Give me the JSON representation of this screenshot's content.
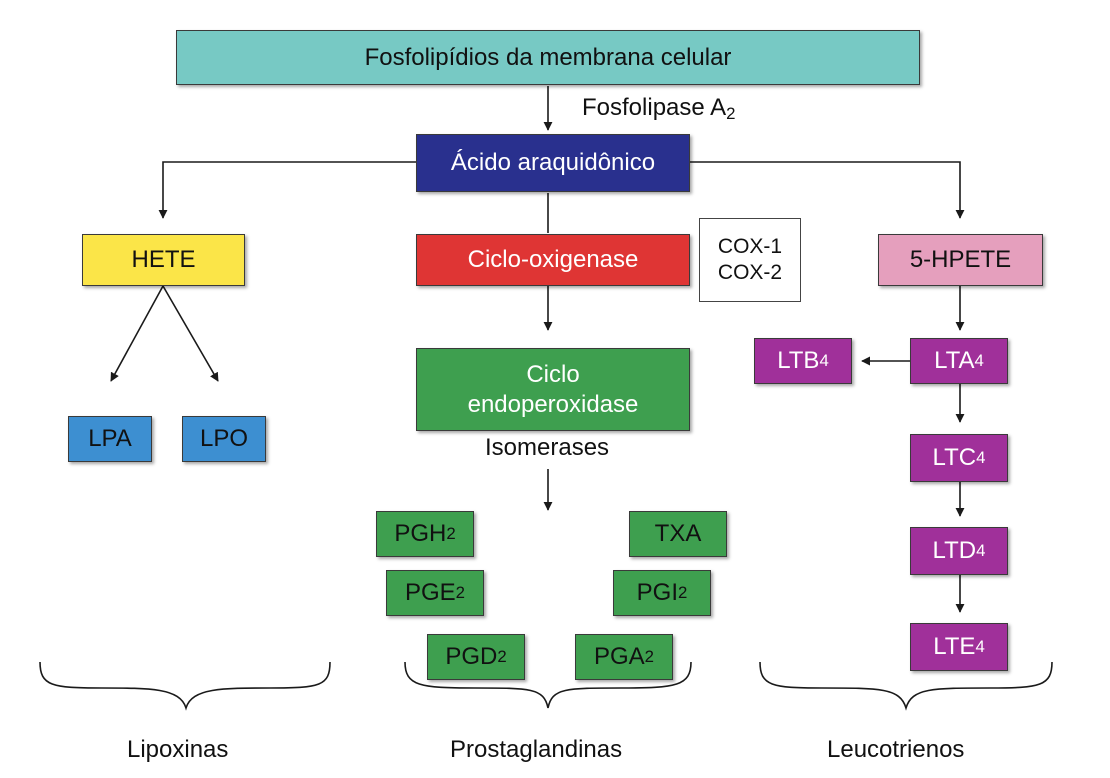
{
  "colors": {
    "membrane": "#77c9c4",
    "arachidonic": "#29308e",
    "hete": "#fbe548",
    "lp": "#3d8fd1",
    "cox": "#df3534",
    "prostaglandin": "#3e9f4f",
    "hpete": "#e59fbd",
    "leukotriene": "#a0309a",
    "line": "#1a1a1a"
  },
  "nodes": {
    "membrane": {
      "text": "Fosfolipídios da membrana celular"
    },
    "arachidonic": {
      "text": "Ácido araquidônico"
    },
    "hete": {
      "text": "HETE"
    },
    "lpa": {
      "text": "LPA"
    },
    "lpo": {
      "text": "LPO"
    },
    "cox": {
      "text": "Ciclo-oxigenase"
    },
    "cox_types": {
      "line1": "COX-1",
      "line2": "COX-2"
    },
    "endoperoxidase": {
      "line1": "Ciclo",
      "line2": "endoperoxidase"
    },
    "pgh2": {
      "base": "PGH",
      "sub": "2"
    },
    "txa": {
      "text": "TXA"
    },
    "pge2": {
      "base": "PGE",
      "sub": "2"
    },
    "pgi2": {
      "base": "PGI",
      "sub": "2"
    },
    "pgd2": {
      "base": "PGD",
      "sub": "2"
    },
    "pga2": {
      "base": "PGA",
      "sub": "2"
    },
    "hpete": {
      "text": "5-HPETE"
    },
    "ltb4": {
      "base": "LTB",
      "sub": "4"
    },
    "lta4": {
      "base": "LTA",
      "sub": "4"
    },
    "ltc4": {
      "base": "LTC",
      "sub": "4"
    },
    "ltd4": {
      "base": "LTD",
      "sub": "4"
    },
    "lte4": {
      "base": "LTE",
      "sub": "4"
    }
  },
  "labels": {
    "phospholipase": {
      "base": "Fosfolipase A",
      "sub": "2"
    },
    "isomerases": "Isomerases",
    "lipoxinas": "Lipoxinas",
    "prostaglandinas": "Prostaglandinas",
    "leucotrienos": "Leucotrienos"
  }
}
